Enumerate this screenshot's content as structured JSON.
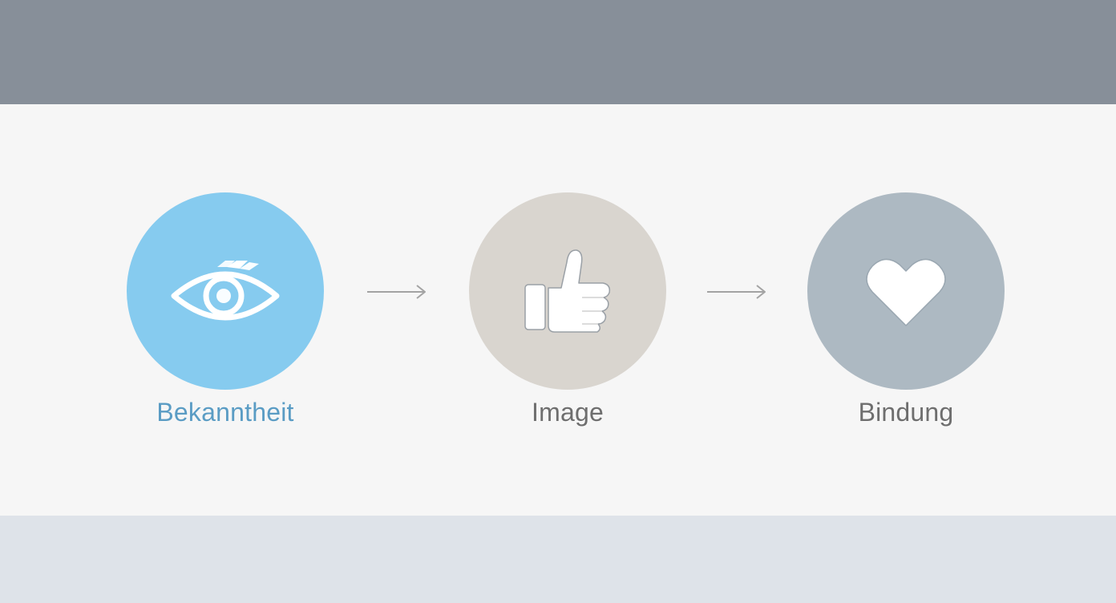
{
  "steps": [
    {
      "label": "Bekanntheit",
      "icon": "eye-icon",
      "circle_color": "#86cbef",
      "label_color": "#5a9cc4"
    },
    {
      "label": "Image",
      "icon": "thumbs-up-icon",
      "circle_color": "#d9d5cf",
      "label_color": "#6e6e6e"
    },
    {
      "label": "Bindung",
      "icon": "heart-icon",
      "circle_color": "#adb9c2",
      "label_color": "#6e6e6e"
    }
  ],
  "arrow_color": "#a3a3a3",
  "band_colors": {
    "top": "#878f99",
    "middle": "#f6f6f6",
    "bottom": "#dee3e9"
  }
}
